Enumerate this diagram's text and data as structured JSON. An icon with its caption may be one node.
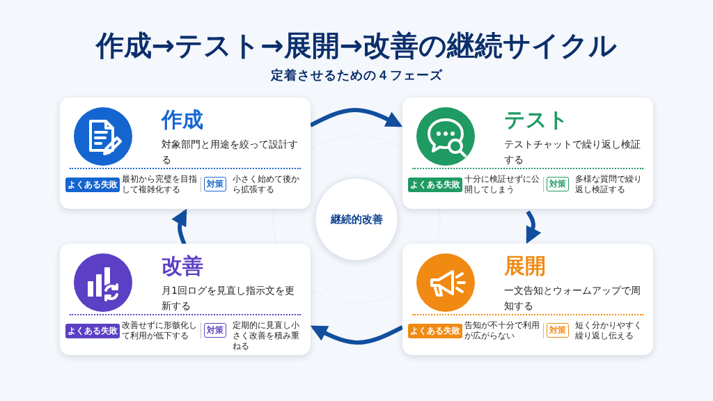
{
  "diagram": {
    "title": "作成→テスト→展開→改善の継続サイクル",
    "nodes": [
      {
        "text": [
          "作成",
          "対象部門と用途を絞って設計する",
          "よくある失敗",
          "最初から完璧を目指して複雑化する",
          "対策",
          "小さく始めて後から拡張する"
        ]
      },
      {
        "text": [
          "テスト",
          "テストチャットで繰り返し検証する",
          "よくある失敗",
          "十分に検証せずに公開してしまう",
          "対策",
          "多様な質問で繰り返し検証する"
        ]
      },
      {
        "text": [
          "展開",
          "一文告知とウォームアップで周知する",
          "よくある失敗",
          "告知が不十分で利用が広がらない",
          "対策",
          "短く分かりやすく繰り返し伝える"
        ]
      },
      {
        "text": [
          "改善",
          "月1回ログを見直し指示文を更新する",
          "よくある失敗",
          "改善せずに形骸化して利用が低下する",
          "対策",
          "定期的に見直し小さく改善を積み重ねる"
        ]
      },
      {
        "text": [
          "継続的改善"
        ]
      }
    ],
    "edges": [
      {
        "from": 0,
        "to": 1,
        "arrow": "to"
      },
      {
        "from": 1,
        "to": 2,
        "arrow": "to"
      },
      {
        "from": 2,
        "to": 3,
        "arrow": "to"
      },
      {
        "from": 3,
        "to": 0,
        "arrow": "to"
      }
    ],
    "labels": [
      "定着させるための４フェーズ"
    ]
  }
}
